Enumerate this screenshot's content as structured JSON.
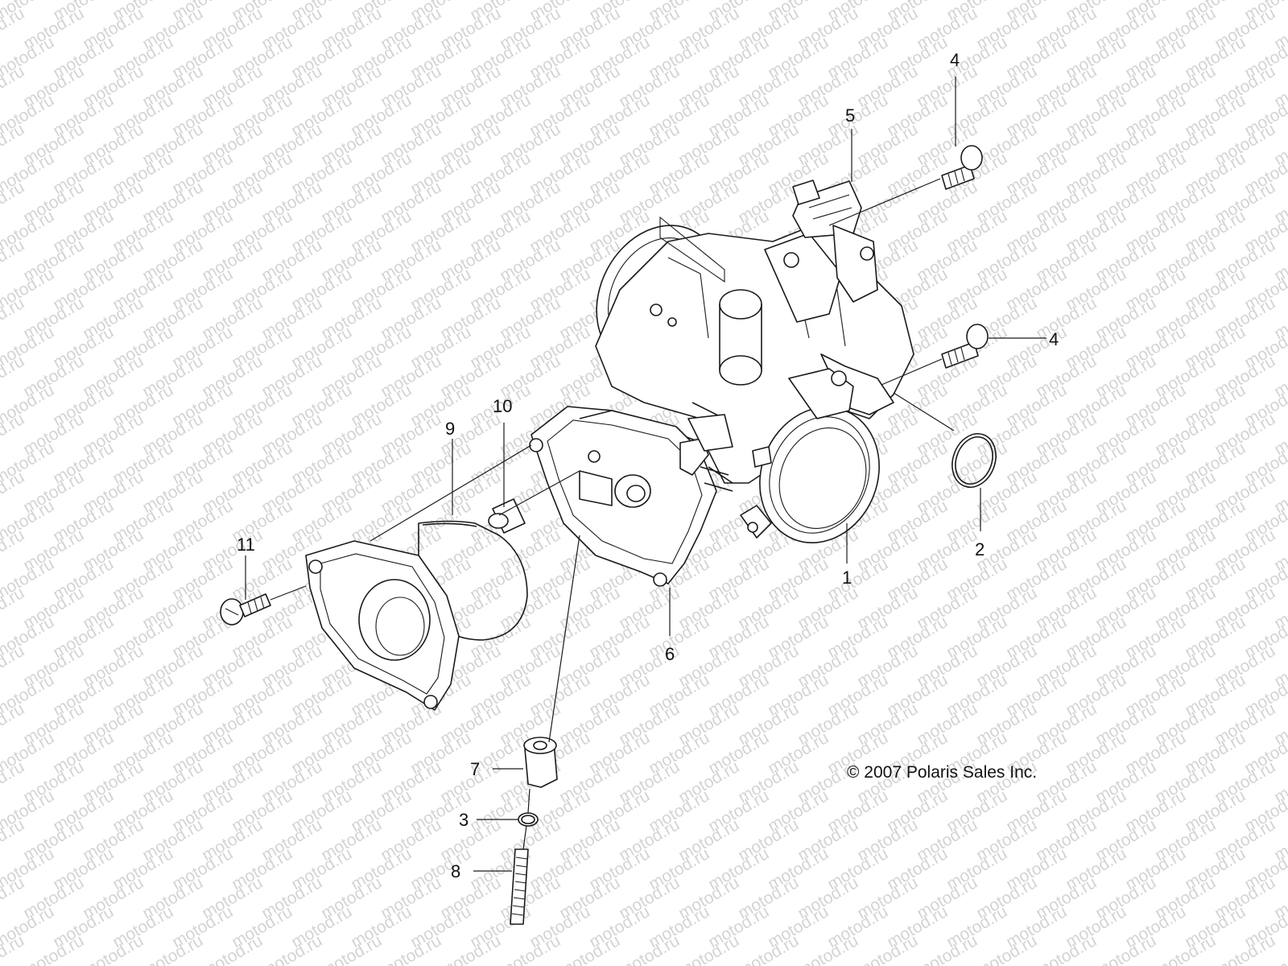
{
  "watermark_text": "motod.ru",
  "copyright": "© 2007 Polaris Sales Inc.",
  "callouts": [
    {
      "id": "c1",
      "label": "1"
    },
    {
      "id": "c2",
      "label": "2"
    },
    {
      "id": "c3",
      "label": "3"
    },
    {
      "id": "c4a",
      "label": "4"
    },
    {
      "id": "c4b",
      "label": "4"
    },
    {
      "id": "c5",
      "label": "5"
    },
    {
      "id": "c6",
      "label": "6"
    },
    {
      "id": "c7",
      "label": "7"
    },
    {
      "id": "c8",
      "label": "8"
    },
    {
      "id": "c9",
      "label": "9"
    },
    {
      "id": "c10",
      "label": "10"
    },
    {
      "id": "c11",
      "label": "11"
    }
  ]
}
